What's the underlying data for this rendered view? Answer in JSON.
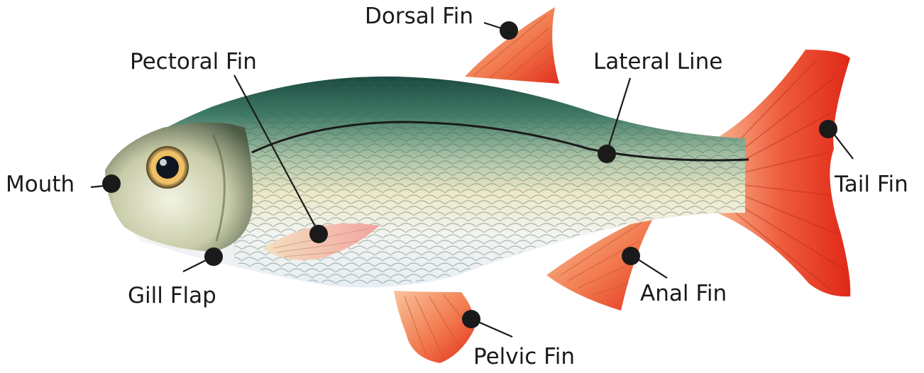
{
  "labels": {
    "dorsal_fin": "Dorsal Fin",
    "pectoral_fin": "Pectoral Fin",
    "lateral_line": "Lateral Line",
    "mouth": "Mouth",
    "tail_fin": "Tail Fin",
    "gill_flap": "Gill Flap",
    "anal_fin": "Anal Fin",
    "pelvic_fin": "Pelvic Fin"
  },
  "colors": {
    "fin_red": "#e8321f",
    "fin_orange": "#f59a6a",
    "back_green": "#2f6b5a",
    "belly_light": "#f4f4ee",
    "marker": "#1a1a1a"
  }
}
